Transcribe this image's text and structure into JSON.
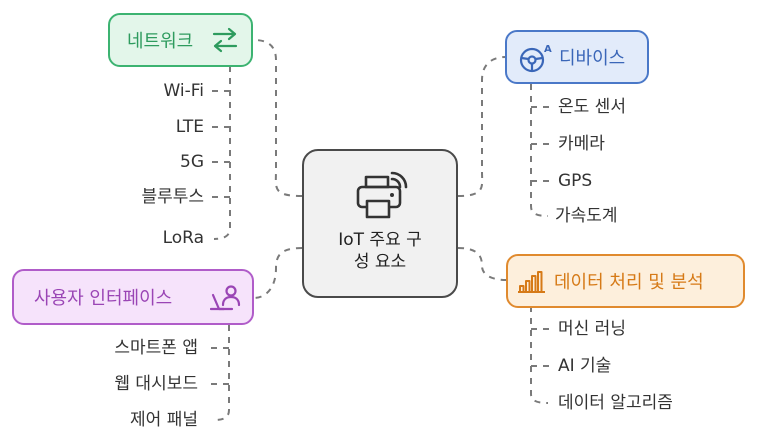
{
  "center": {
    "label_line1": "IoT 주요 구",
    "label_line2": "성 요소",
    "icon": "printer-wifi-icon"
  },
  "topics": {
    "network": {
      "label": "네트워크",
      "icon": "transfer-arrows-icon",
      "color": "#3cb371",
      "fill": "#e3f6ea",
      "text": "#2e9b5e",
      "items": [
        "Wi-Fi",
        "LTE",
        "5G",
        "블루투스",
        "LoRa"
      ]
    },
    "device": {
      "label": "디바이스",
      "icon": "steering-wheel-auto-icon",
      "color": "#4a78c8",
      "fill": "#e2ebfa",
      "text": "#3a66b8",
      "items": [
        "온도 센서",
        "카메라",
        "GPS",
        "가속도계"
      ]
    },
    "ui": {
      "label": "사용자 인터페이스",
      "icon": "user-laptop-icon",
      "color": "#b05cc9",
      "fill": "#f6e3fb",
      "text": "#9a45b5",
      "items": [
        "스마트폰 앱",
        "웹 대시보드",
        "제어 패널"
      ]
    },
    "data": {
      "label": "데이터 처리 및 분석",
      "icon": "bar-chart-icon",
      "color": "#e08a2e",
      "fill": "#fdefdc",
      "text": "#d67a17",
      "items": [
        "머신 러닝",
        "AI 기술",
        "데이터 알고리즘"
      ]
    }
  }
}
